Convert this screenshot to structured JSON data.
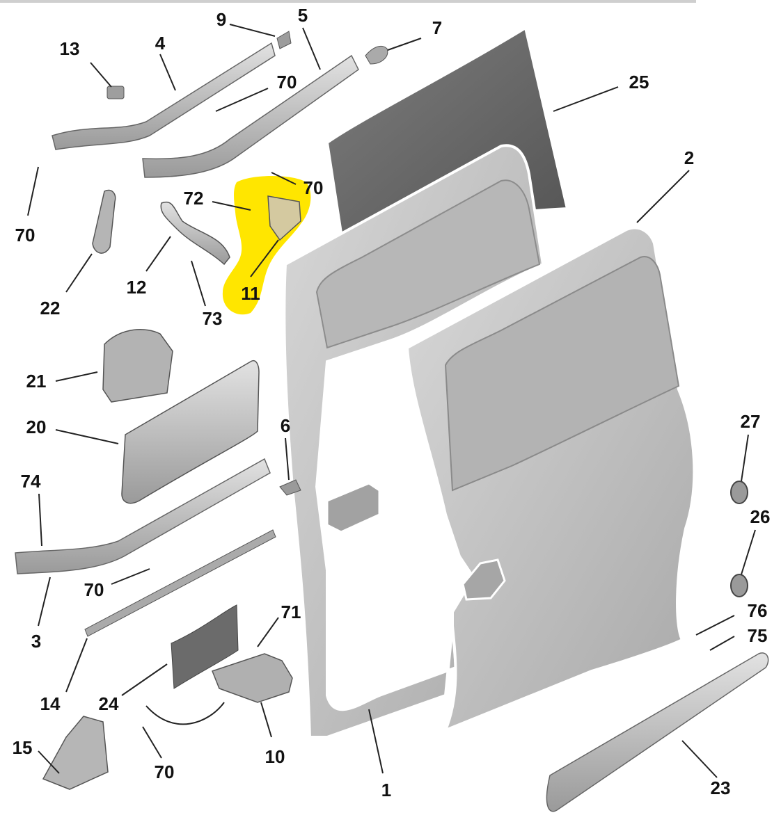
{
  "diagram": {
    "highlight_color": "#ffe600",
    "part_color": "#bcbcbc",
    "callouts": {
      "c1": "1",
      "c2": "2",
      "c3": "3",
      "c4": "4",
      "c5": "5",
      "c6": "6",
      "c7": "7",
      "c9": "9",
      "c10": "10",
      "c11": "11",
      "c12": "12",
      "c13": "13",
      "c14": "14",
      "c15": "15",
      "c20": "20",
      "c21": "21",
      "c22": "22",
      "c23": "23",
      "c24": "24",
      "c25": "25",
      "c26": "26",
      "c27": "27",
      "c70a": "70",
      "c70b": "70",
      "c70c": "70",
      "c70d": "70",
      "c70e": "70",
      "c71": "71",
      "c72": "72",
      "c73": "73",
      "c74": "74",
      "c75": "75",
      "c76": "76"
    }
  }
}
